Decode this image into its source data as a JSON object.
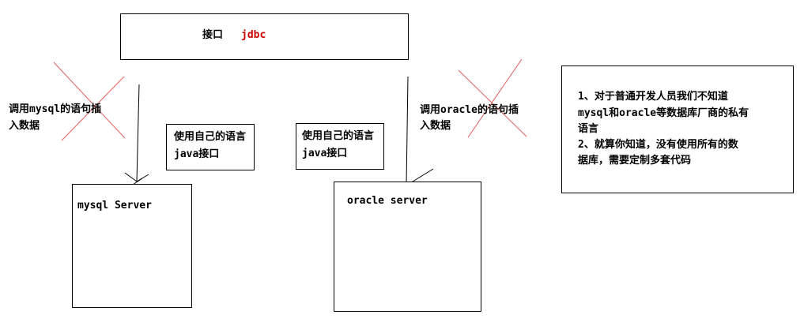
{
  "interface_box": {
    "label": "接口",
    "name": "jdbc"
  },
  "mysql": {
    "call_label_line1": "调用mysql的语句插",
    "call_label_line2": "入数据",
    "own_language_line1": "使用自己的语言",
    "own_language_line2": "java接口",
    "server_label": "mysql Server"
  },
  "oracle": {
    "call_label_line1": "调用oracle的语句插",
    "call_label_line2": "入数据",
    "own_language_line1": "使用自己的语言",
    "own_language_line2": "java接口",
    "server_label": "oracle server"
  },
  "note": {
    "line1": "1、对于普通开发人员我们不知道",
    "line2": "mysql和oracle等数据库厂商的私有",
    "line3": "语言",
    "line4": "2、就算你知道，没有使用所有的数",
    "line5": "据库，需要定制多套代码"
  },
  "colors": {
    "accent": "#cc0000",
    "line": "#000000",
    "cross": "#e06060"
  }
}
